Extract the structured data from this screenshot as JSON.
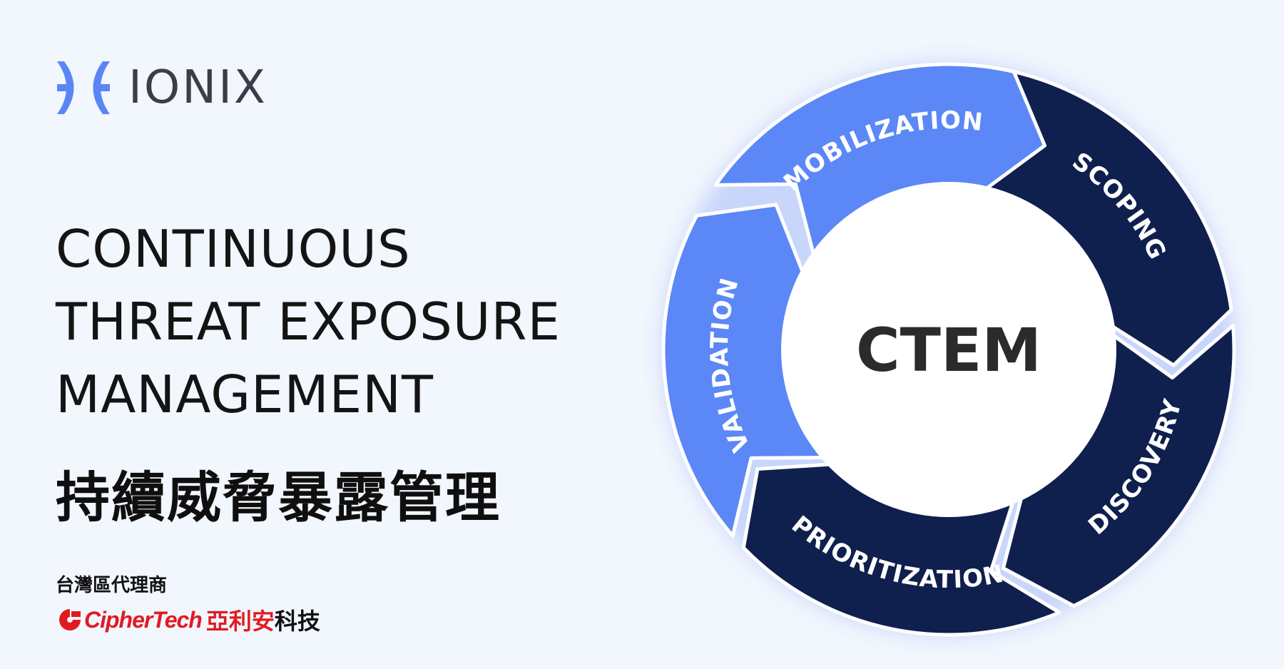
{
  "brand": {
    "name": "IONIX",
    "icon": "ionix-logo-icon",
    "color": "#5a86f5"
  },
  "headline": {
    "lines": [
      "CONTINUOUS",
      "THREAT EXPOSURE",
      "MANAGEMENT"
    ],
    "zh": "持續威脅暴露管理"
  },
  "distributor": {
    "label": "台灣區代理商",
    "en_prefix": "Cipher",
    "en_suffix": "Tech",
    "zh_red": "亞利安",
    "zh_black": "科技",
    "icon": "ciphertech-logo-icon",
    "color": "#e11a22"
  },
  "cycle": {
    "center": "CTEM",
    "colors": {
      "light": "#5b87f7",
      "dark": "#0f1f4e",
      "center": "#ffffff"
    },
    "stages": [
      {
        "label": "MOBILIZATION",
        "tone": "light"
      },
      {
        "label": "SCOPING",
        "tone": "dark"
      },
      {
        "label": "DISCOVERY",
        "tone": "dark"
      },
      {
        "label": "PRIORITIZATION",
        "tone": "dark"
      },
      {
        "label": "VALIDATION",
        "tone": "light"
      }
    ]
  }
}
